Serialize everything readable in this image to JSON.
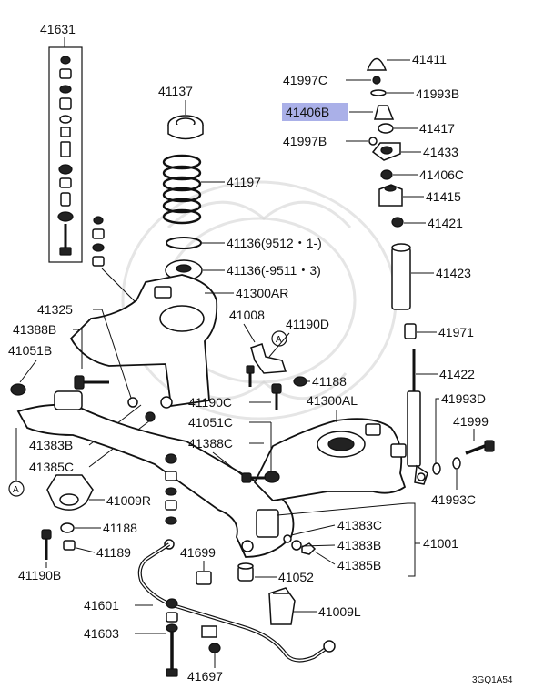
{
  "diagram": {
    "labels": {
      "p41631": "41631",
      "p41137": "41137",
      "p41197": "41197",
      "p41136a": "41136(9512・1-)",
      "p41136b": "41136(-9511・3)",
      "p41300AR": "41300AR",
      "p41325": "41325",
      "p41388B": "41388B",
      "p41051B": "41051B",
      "p41008": "41008",
      "p41190D": "41190D",
      "p41188a": "41188",
      "p41190C": "41190C",
      "p41300AL": "41300AL",
      "p41051C": "41051C",
      "p41388C": "41388C",
      "p41383Ba": "41383B",
      "p41385C": "41385C",
      "p41009R": "41009R",
      "p41188b": "41188",
      "p41189": "41189",
      "p41190B": "41190B",
      "p41699": "41699",
      "p41601": "41601",
      "p41603": "41603",
      "p41697": "41697",
      "p41052": "41052",
      "p41009L": "41009L",
      "p41383C": "41383C",
      "p41383Bb": "41383B",
      "p41385B": "41385B",
      "p41001": "41001",
      "p41411": "41411",
      "p41997C": "41997C",
      "p41993B": "41993B",
      "p41406B": "41406B",
      "p41417": "41417",
      "p41997B": "41997B",
      "p41433": "41433",
      "p41406C": "41406C",
      "p41415": "41415",
      "p41421": "41421",
      "p41423": "41423",
      "p41971": "41971",
      "p41422": "41422",
      "p41993D": "41993D",
      "p41999": "41999",
      "p41993C": "41993C",
      "ref_a1": "A",
      "ref_a2": "A",
      "code": "3GQ1A54"
    },
    "highlight_color": "#aab0e8"
  }
}
